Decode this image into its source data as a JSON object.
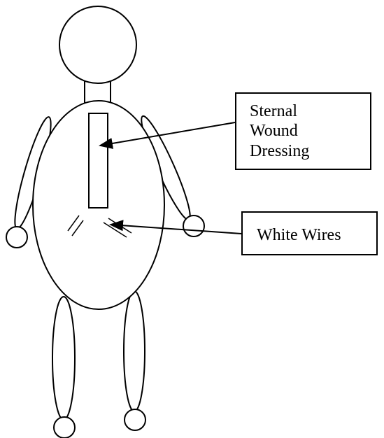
{
  "labels": {
    "sternal_wound_dressing": {
      "line1": "Sternal",
      "line2": "Wound",
      "line3": "Dressing"
    },
    "white_wires": "White Wires"
  },
  "colors": {
    "stroke": "#000000",
    "fill": "#ffffff"
  }
}
